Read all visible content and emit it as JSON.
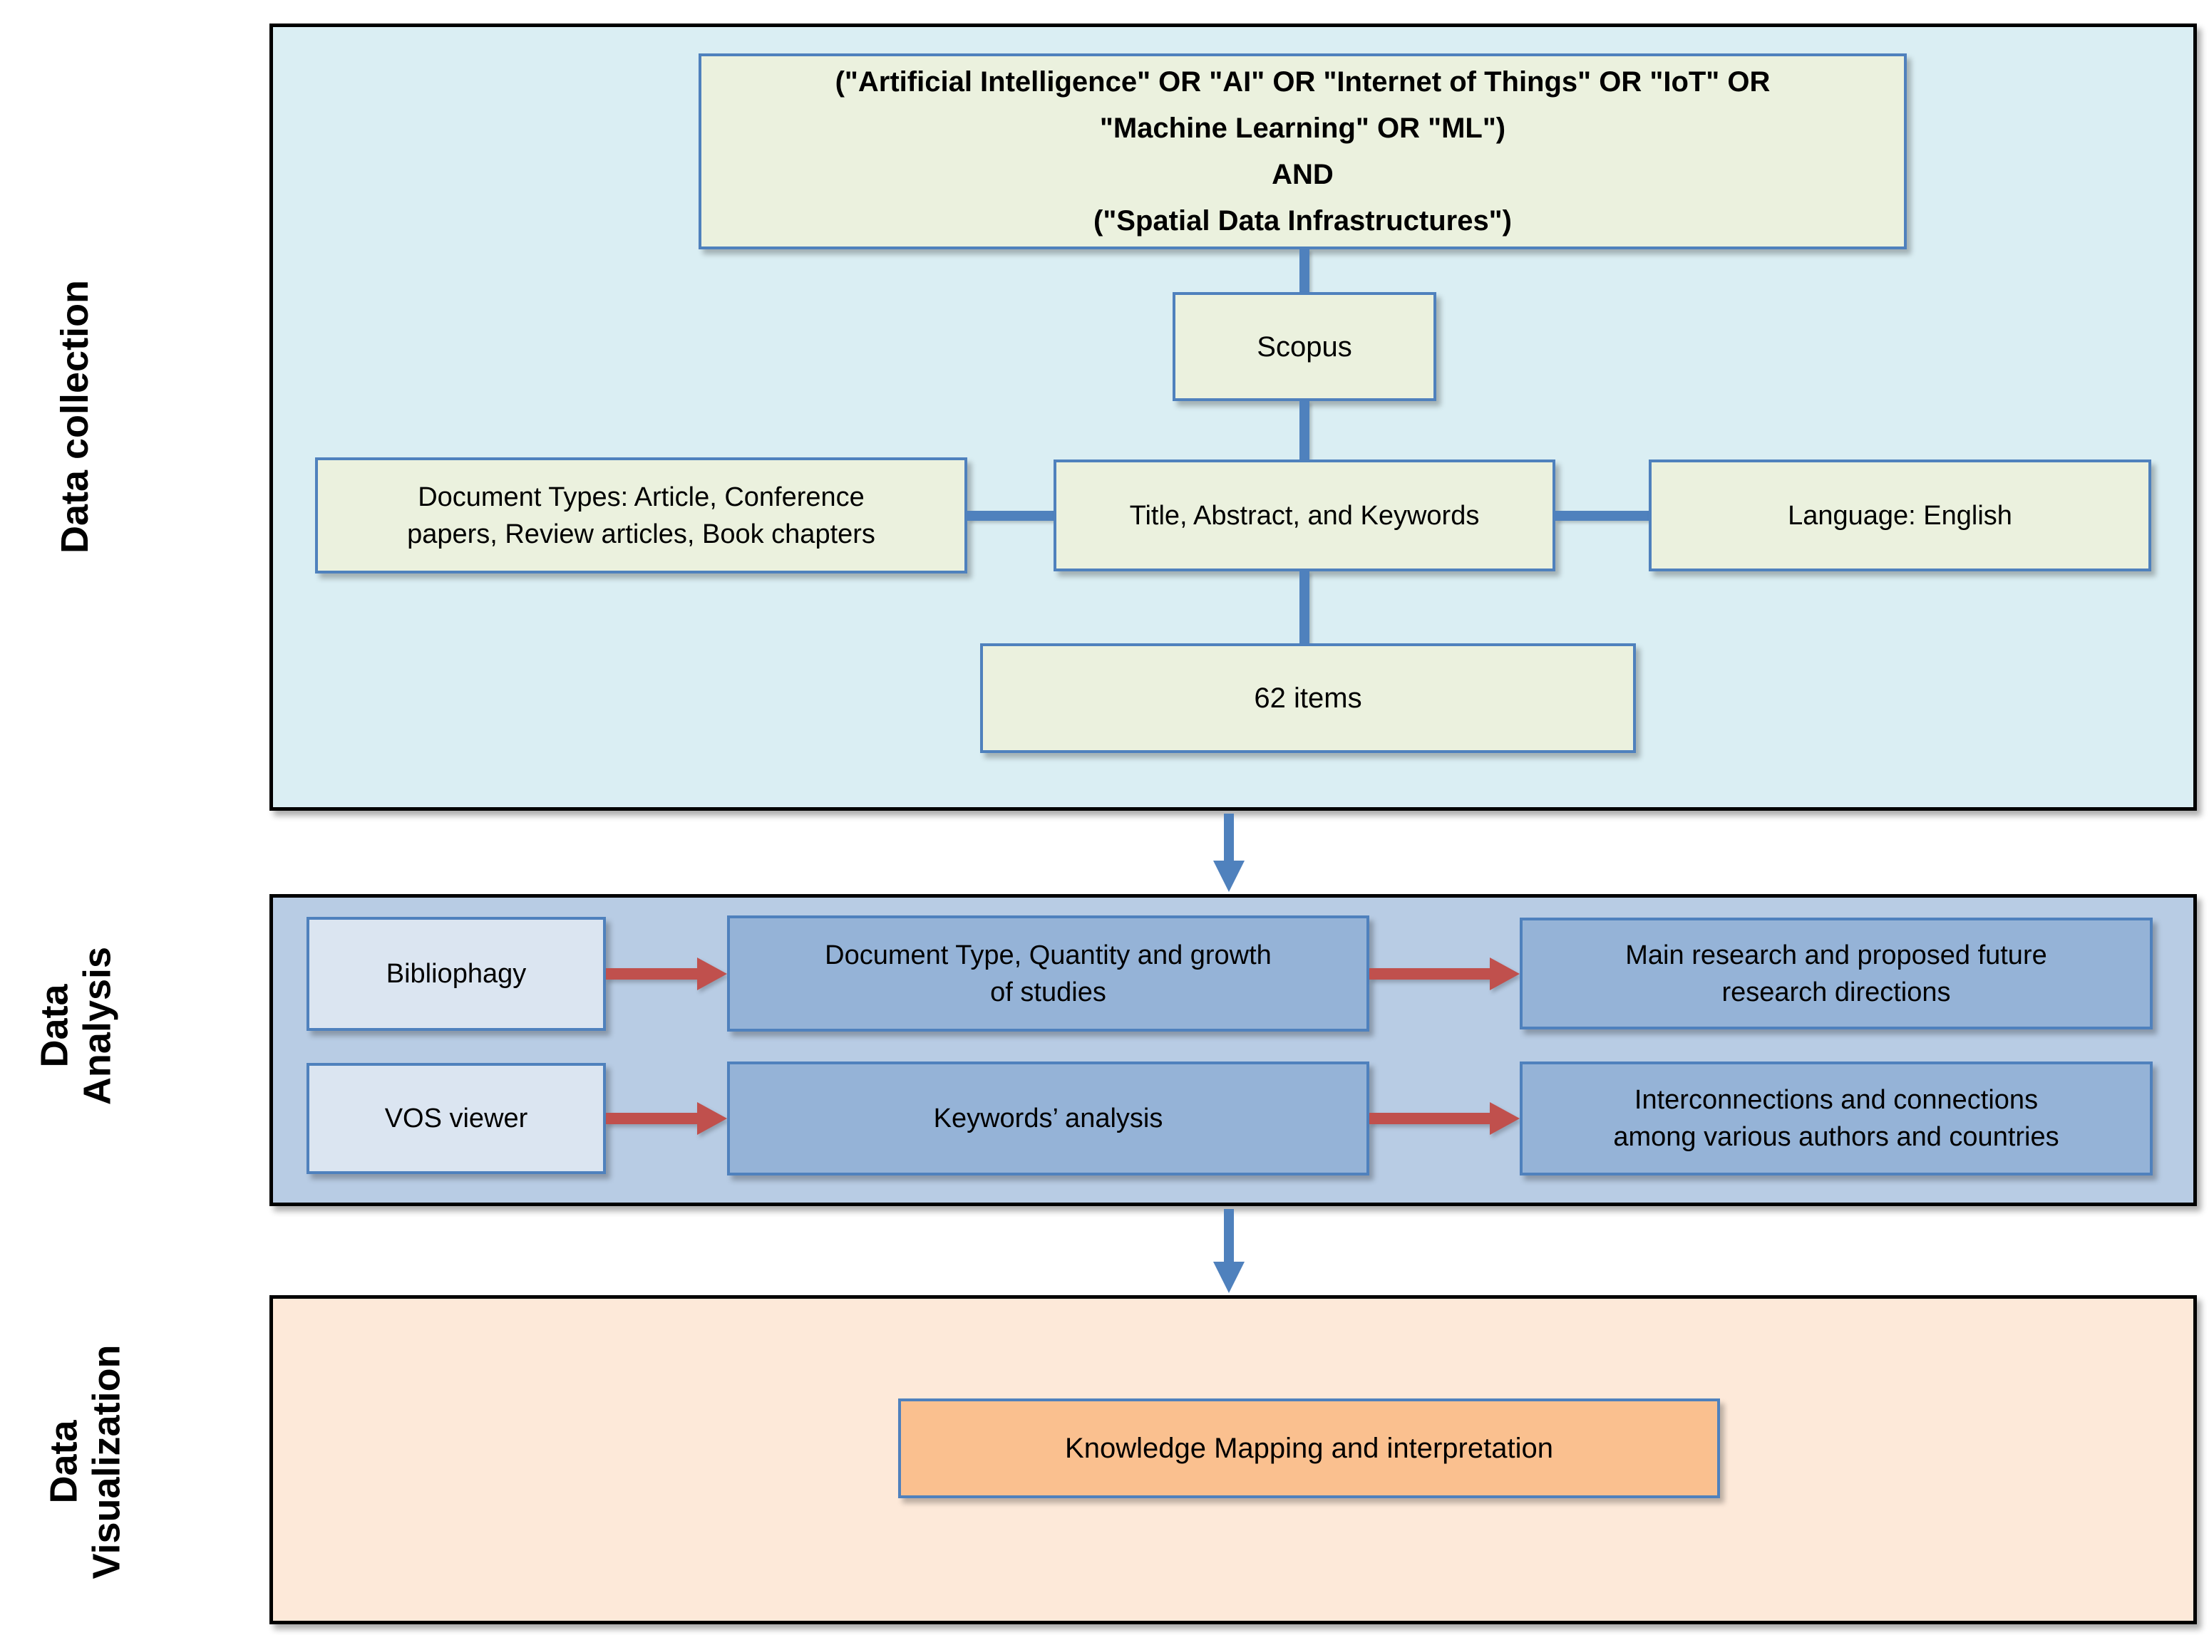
{
  "sections": {
    "collection": {
      "label": "Data collection",
      "query_box": {
        "lines": [
          "(\"Artificial Intelligence\" OR \"AI\" OR \"Internet of Things\" OR \"IoT\" OR",
          "\"Machine Learning\" OR \"ML\")",
          "AND",
          "(\"Spatial Data Infrastructures\")"
        ]
      },
      "scopus": "Scopus",
      "doc_types_lines": [
        "Document Types: Article, Conference",
        "papers, Review articles, Book chapters"
      ],
      "title_abstract_keywords": "Title, Abstract, and Keywords",
      "language": "Language: English",
      "items": "62 items"
    },
    "analysis": {
      "label_lines": [
        "Data",
        "Analysis"
      ],
      "row1": {
        "tool": "Bibliophagy",
        "task_lines": [
          "Document Type, Quantity and growth",
          "of studies"
        ],
        "outcome_lines": [
          "Main research and proposed future",
          "research directions"
        ]
      },
      "row2": {
        "tool": "VOS viewer",
        "task": "Keywords’ analysis",
        "outcome_lines": [
          "Interconnections and connections",
          "among various authors and countries"
        ]
      }
    },
    "visualization": {
      "label_lines": [
        "Data",
        "Visualization"
      ],
      "knowledge": "Knowledge Mapping and interpretation"
    }
  },
  "colors": {
    "collection-bg": "#DAEEF3",
    "analysis-bg": "#B8CCE4",
    "visualization-bg": "#FDE9D9",
    "query-box-bg": "#EBF1DE",
    "tool-box-bg": "#DBE5F1",
    "analysis-box-bg": "#95B3D7",
    "knowledge-box-bg": "#FAC08F",
    "box-border": "#4F81BD",
    "connector-blue": "#4F81BD",
    "arrow-red": "#C0504D",
    "section-border": "#000000"
  }
}
